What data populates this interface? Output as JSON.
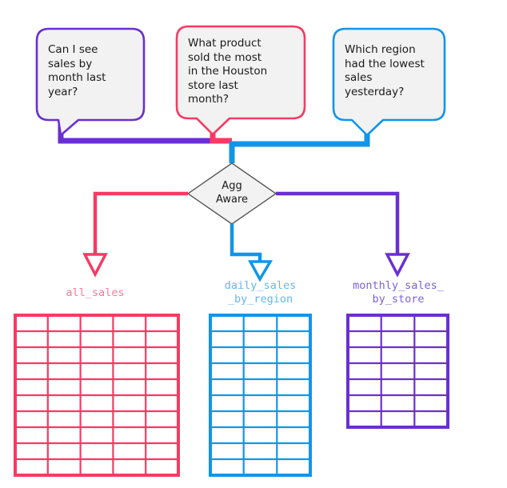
{
  "diagram": {
    "title": "Agg Aware query routing diagram",
    "colors": {
      "purple": "#6a2fd0",
      "pink": "#f73a63",
      "blue": "#1295e8",
      "label_pink": "#fb7b9b",
      "label_blue": "#63b8ef",
      "label_purple": "#7b63d9",
      "node_fill": "#f2f2f2",
      "node_stroke": "#595959",
      "text": "#1a1a1a"
    },
    "bubbles": [
      {
        "id": "bubble-month-sales",
        "text": "Can I see\nsales by\nmonth last\nyear?",
        "color": "#6a2fd0"
      },
      {
        "id": "bubble-houston-product",
        "text": "What product\nsold the most\nin the Houston\nstore last\nmonth?",
        "color": "#f73a63"
      },
      {
        "id": "bubble-lowest-region",
        "text": "Which region\nhad the lowest\nsales\nyesterday?",
        "color": "#1295e8"
      }
    ],
    "decision_node": {
      "id": "agg-aware-node",
      "label": "Agg\nAware",
      "shape": "diamond"
    },
    "outputs": [
      {
        "id": "table-all-sales",
        "label": "all_sales",
        "arrow_color": "#f73a63",
        "label_color": "#fb7b9b",
        "table_color": "#f73a63",
        "columns": 5,
        "rows": 10
      },
      {
        "id": "table-daily-sales-by-region",
        "label": "daily_sales\n_by_region",
        "arrow_color": "#1295e8",
        "label_color": "#63b8ef",
        "table_color": "#1295e8",
        "columns": 3,
        "rows": 10
      },
      {
        "id": "table-monthly-sales-by-store",
        "label": "monthly_sales_\nby_store",
        "arrow_color": "#6a2fd0",
        "label_color": "#7b63d9",
        "table_color": "#6a2fd0",
        "columns": 3,
        "rows": 7
      }
    ]
  }
}
